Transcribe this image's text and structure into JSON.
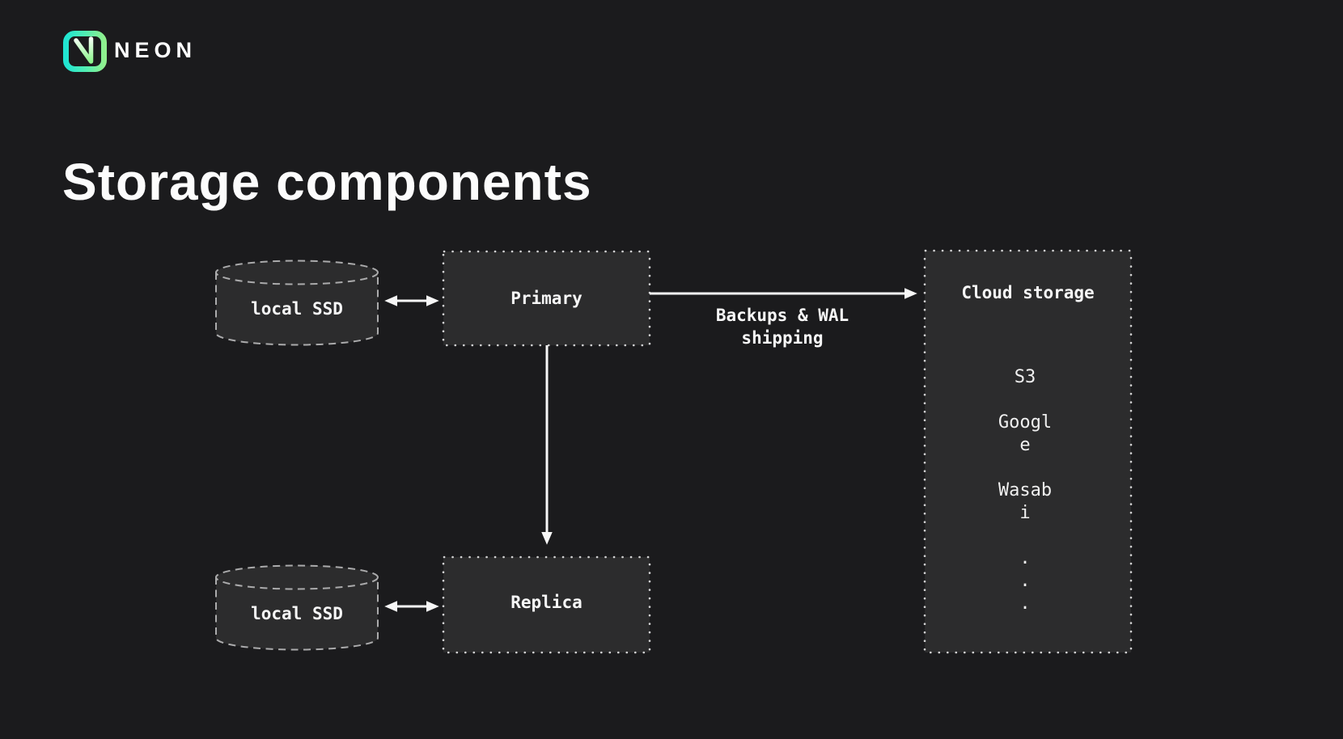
{
  "logo": {
    "brand": "NEON"
  },
  "title": "Storage components",
  "diagram": {
    "local_ssd_top": "local SSD",
    "local_ssd_bottom": "local SSD",
    "primary": "Primary",
    "replica": "Replica",
    "flow_label": "Backups & WAL\nshipping",
    "cloud": {
      "title": "Cloud storage",
      "items_text": "S3\n\nGoogl\ne\n\nWasab\ni\n\n.\n.\n."
    }
  },
  "colors": {
    "background": "#1b1b1d",
    "shape_fill": "#2c2c2d",
    "cylinder_dash": "#ababac",
    "box_dots": "#d2d2d3",
    "arrow": "#f7f7f7",
    "text": "#f7f7f7",
    "logo_teal": "#20e5d2",
    "logo_green": "#8ff08e"
  }
}
